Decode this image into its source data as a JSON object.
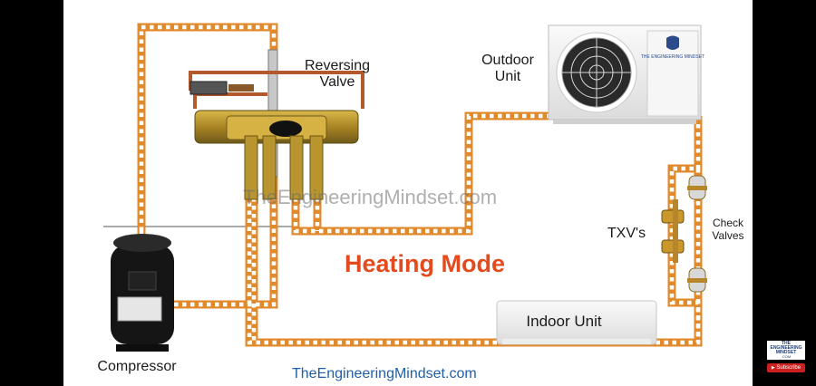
{
  "labels": {
    "reversing_valve": [
      "Reversing",
      "Valve"
    ],
    "outdoor_unit": [
      "Outdoor",
      "Unit"
    ],
    "txvs": "TXV's",
    "check_valves": [
      "Check",
      "Valves"
    ],
    "indoor_unit": "Indoor Unit",
    "compressor": "Compressor"
  },
  "mode_title": "Heating Mode",
  "watermark": "TheEngineeringMindset.com",
  "footer": "TheEngineeringMindset.com",
  "logo_text": "THE ENGINEERING MINDSET",
  "corner_badge": {
    "brand": [
      "THE",
      "ENGINEERING",
      "MINDSET"
    ],
    "brand_sub": ".COM",
    "button": "Subscribe"
  },
  "colors": {
    "pipe": "#e08a2c",
    "pipe_dash": "#ffffff",
    "mode_title": "#e34b1f",
    "footer": "#1f5fa8",
    "copper": "#b25a2c",
    "brass": "#b8952f",
    "compressor": "#151515"
  }
}
